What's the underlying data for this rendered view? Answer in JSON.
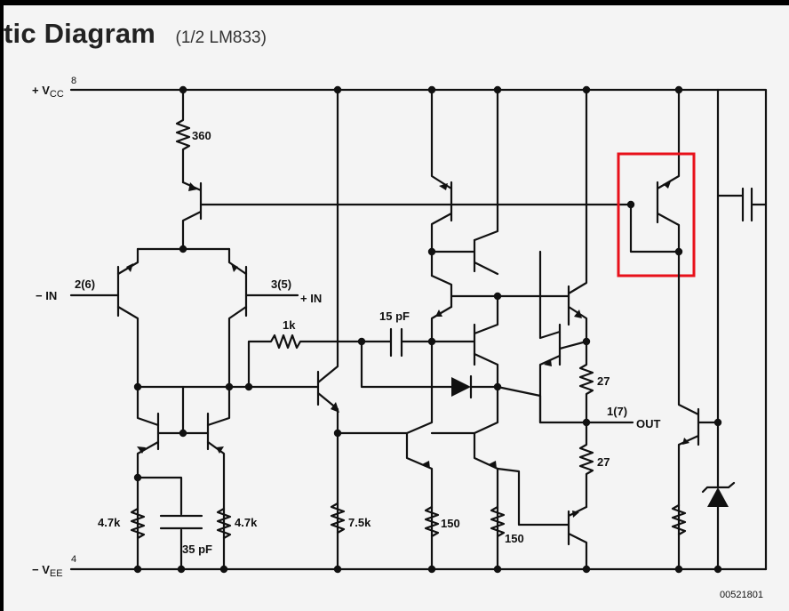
{
  "header": {
    "title": "tic Diagram",
    "subtitle": "(1/2  LM833)"
  },
  "pins": {
    "vcc_label": "+ V",
    "vcc_sub": "CC",
    "vcc_pin": "8",
    "vee_label": "− V",
    "vee_sub": "EE",
    "vee_pin": "4",
    "inv_label": "− IN",
    "inv_pin": "2(6)",
    "noninv_label": "+ IN",
    "noninv_pin": "3(5)",
    "out_label": "OUT",
    "out_pin": "1(7)"
  },
  "components": {
    "r_top": "360",
    "r_1k": "1k",
    "c_15p": "15 pF",
    "r_27a": "27",
    "r_27b": "27",
    "r_47k_left": "4.7k",
    "r_47k_right": "4.7k",
    "c_35p": "35 pF",
    "r_75k": "7.5k",
    "r_150a": "150",
    "r_150b": "150"
  },
  "footer": {
    "doc_id": "00521801"
  },
  "highlight": {
    "color": "#e8101a"
  }
}
